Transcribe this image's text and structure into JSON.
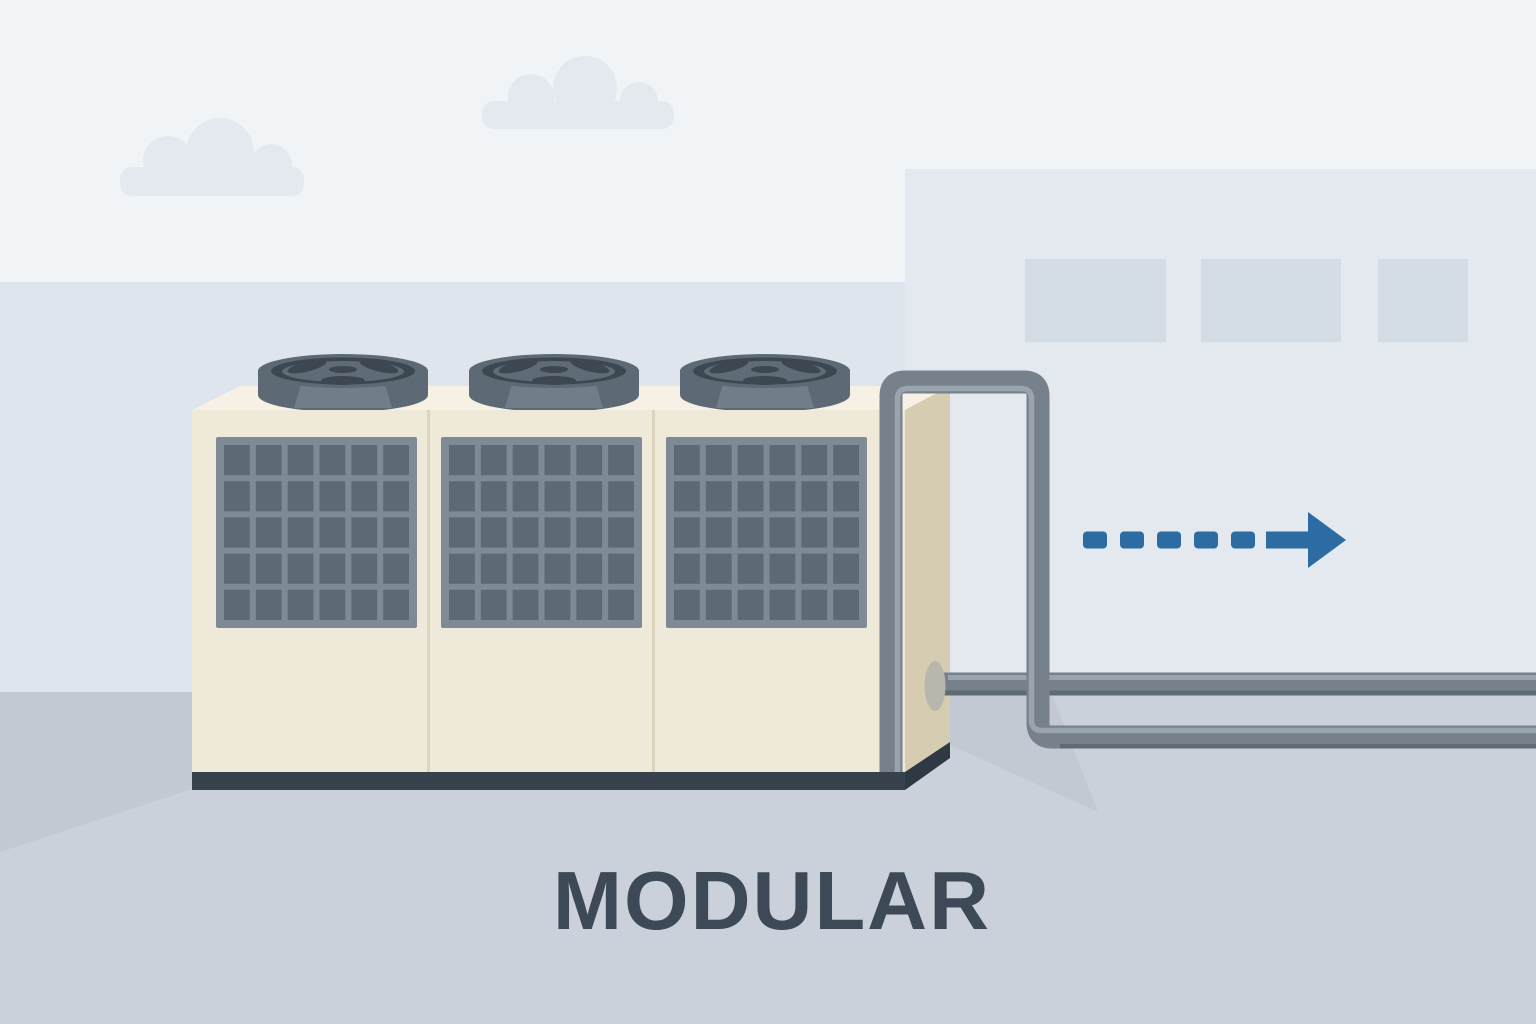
{
  "label": {
    "text": "MODULAR"
  },
  "unit": {
    "fan_count": 3,
    "panel_count": 3,
    "grille": {
      "count": 3,
      "rows": 5,
      "cols": 6
    }
  },
  "building": {
    "window_count": 3
  },
  "clouds": {
    "count": 2
  },
  "arrow": {
    "dash_count": 5,
    "direction": "right"
  },
  "colors": {
    "sky-top": "#f1f4f7",
    "sky-low": "#dee5ec",
    "cloud": "#e4e9f0",
    "building": "#e3e9ee",
    "window": "#d4dde5",
    "ground": "#cbd1da",
    "shadow": "#c2c9d3",
    "unit-front": "#efe9da",
    "unit-top": "#f6f1e4",
    "unit-side": "#d6ccb2",
    "unit-divider": "#dcd4bf",
    "unit-base": "#37424c",
    "unit-base-side": "#2f3943",
    "grille-frame": "#7e8b96",
    "grille-cell": "#5d6a76",
    "fan-side": "#5d6974",
    "fan-front": "#717d88",
    "fan-dark": "#3d4751",
    "fan-blade": "#5f6b77",
    "pipe": "#76818c",
    "pipe-hl": "#9aa4ac",
    "pipe-sh": "#5f6a75",
    "flange": "#b9b7ab",
    "arrow": "#2d6ca3",
    "label": "#3d4956"
  }
}
